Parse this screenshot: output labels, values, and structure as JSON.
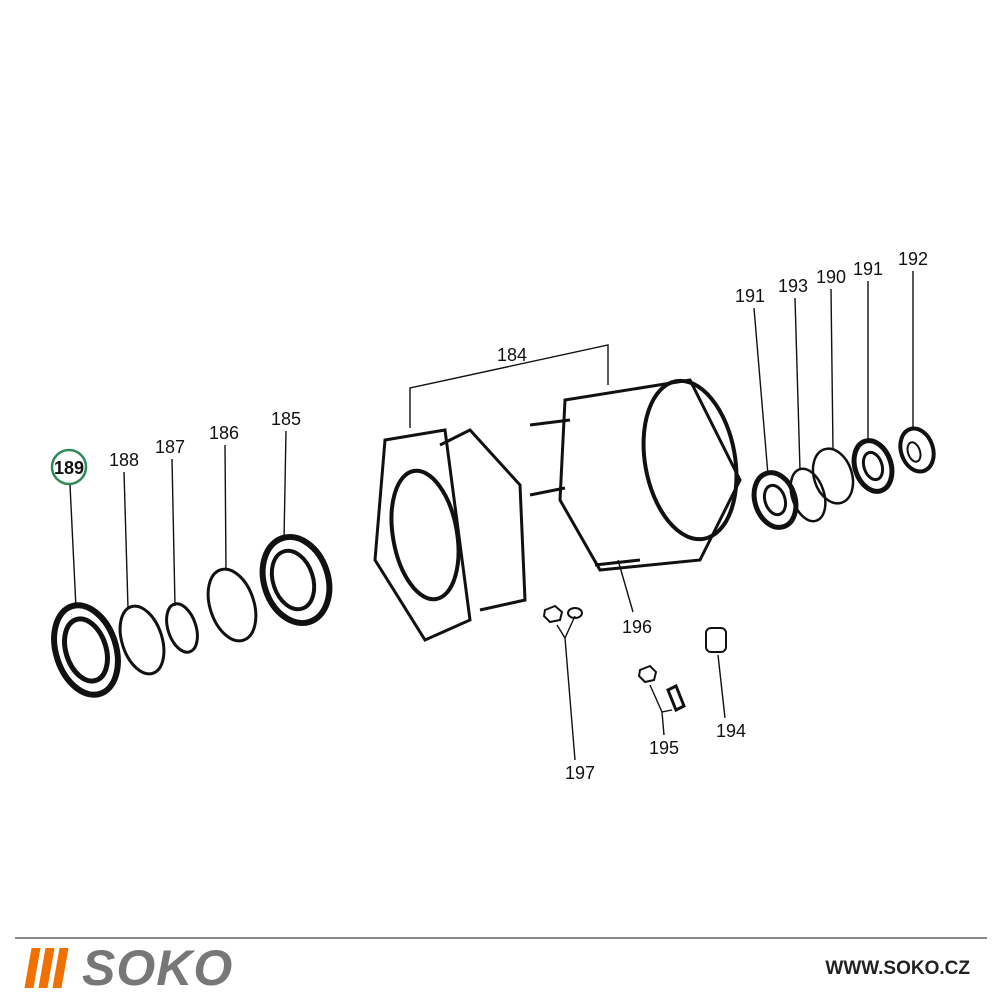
{
  "diagram": {
    "highlighted_part": "189",
    "highlight_color": "#2e8b57",
    "labels": {
      "p189": "189",
      "p188": "188",
      "p187": "187",
      "p186": "186",
      "p185": "185",
      "p184": "184",
      "p191a": "191",
      "p193": "193",
      "p190": "190",
      "p191b": "191",
      "p192": "192",
      "p196": "196",
      "p197": "197",
      "p195": "195",
      "p194": "194"
    }
  },
  "footer": {
    "logo_text": "SOKO",
    "logo_color": "#f07000",
    "url": "WWW.SOKO.CZ"
  }
}
